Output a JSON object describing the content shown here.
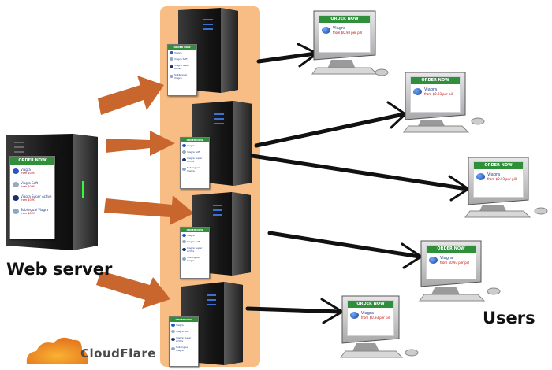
{
  "labels": {
    "web_server": "Web server",
    "users": "Users"
  },
  "logo": {
    "text": "CloudFlare"
  },
  "ad": {
    "header": "ORDER NOW",
    "product": "Viagra",
    "price": "from $0.93 per pill",
    "items": [
      {
        "name": "Viagra",
        "price": "from $0.93"
      },
      {
        "name": "Viagra Soft",
        "price": "from $0.93"
      },
      {
        "name": "Viagra Super Active",
        "price": "from $0.93"
      },
      {
        "name": "Sublingual Viagra",
        "price": "from $0.93"
      }
    ]
  },
  "colors": {
    "arrow": "#c8662e",
    "cache_panel": "#f7bd85",
    "ad_header": "#2f8f3a",
    "server_light": "#2cff3a"
  }
}
